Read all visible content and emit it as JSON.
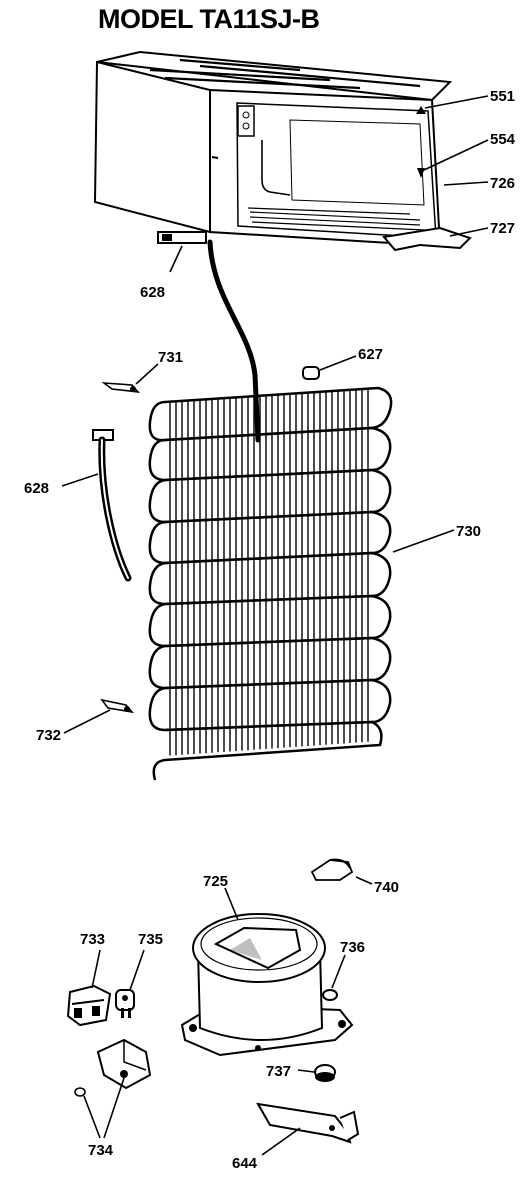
{
  "title": "MODEL TA11SJ-B",
  "parts": [
    {
      "id": "551",
      "label": "551"
    },
    {
      "id": "554",
      "label": "554"
    },
    {
      "id": "726",
      "label": "726"
    },
    {
      "id": "727",
      "label": "727"
    },
    {
      "id": "628-top",
      "label": "628"
    },
    {
      "id": "731",
      "label": "731"
    },
    {
      "id": "627",
      "label": "627"
    },
    {
      "id": "628-side",
      "label": "628"
    },
    {
      "id": "730",
      "label": "730"
    },
    {
      "id": "732",
      "label": "732"
    },
    {
      "id": "725",
      "label": "725"
    },
    {
      "id": "740",
      "label": "740"
    },
    {
      "id": "733",
      "label": "733"
    },
    {
      "id": "735",
      "label": "735"
    },
    {
      "id": "736",
      "label": "736"
    },
    {
      "id": "737",
      "label": "737"
    },
    {
      "id": "734",
      "label": "734"
    },
    {
      "id": "644",
      "label": "644"
    }
  ]
}
